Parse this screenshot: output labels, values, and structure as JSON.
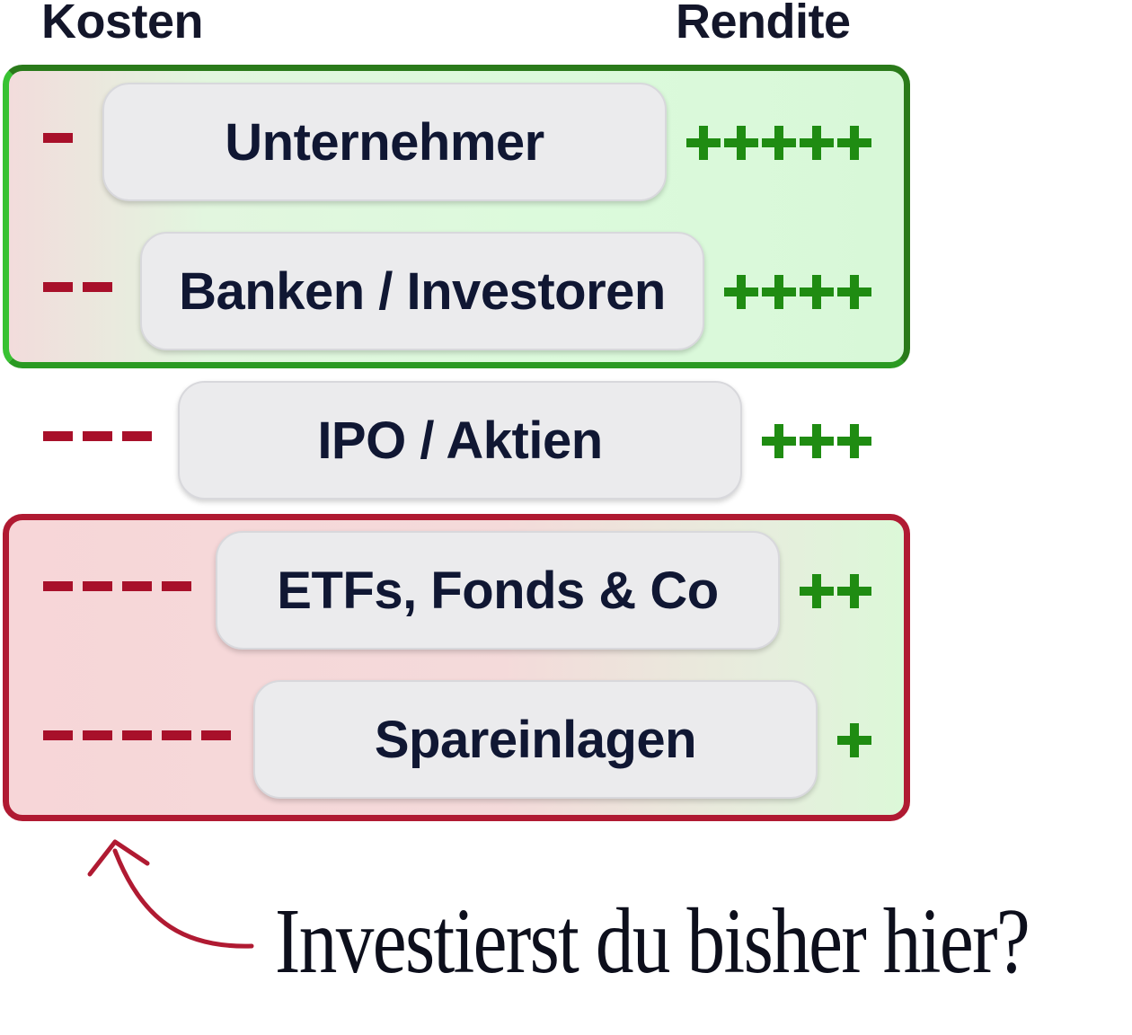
{
  "header": {
    "costs_label": "Kosten",
    "returns_label": "Rendite"
  },
  "levels": [
    {
      "label": "Unternehmer",
      "costs": 1,
      "returns": 5
    },
    {
      "label": "Banken / Investoren",
      "costs": 2,
      "returns": 4
    },
    {
      "label": "IPO / Aktien",
      "costs": 3,
      "returns": 3
    },
    {
      "label": "ETFs, Fonds & Co",
      "costs": 4,
      "returns": 2
    },
    {
      "label": "Spareinlagen",
      "costs": 5,
      "returns": 1
    }
  ],
  "colors": {
    "cost": "#a8102a",
    "return": "#1f8c12",
    "good_frame": "#2a7a1a",
    "bad_frame": "#b01a32"
  },
  "annotation": {
    "text": "Investierst du bisher hier?"
  }
}
